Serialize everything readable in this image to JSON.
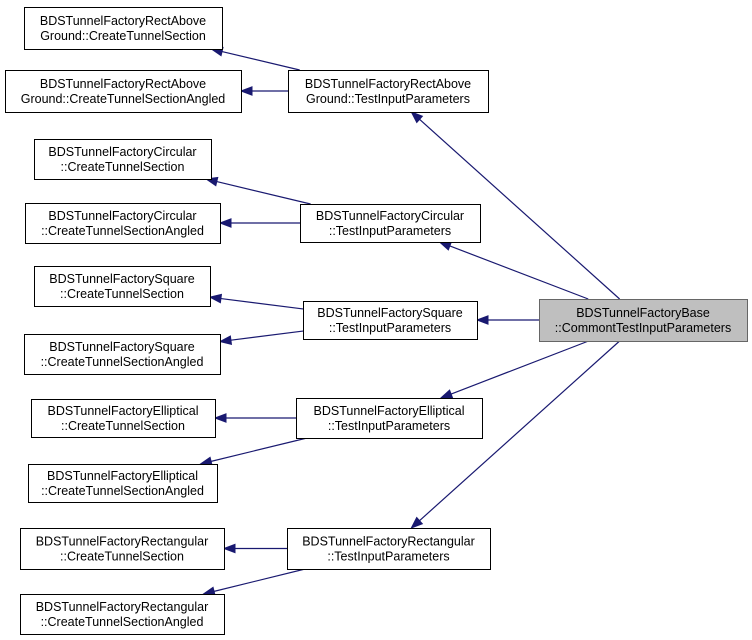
{
  "colors": {
    "edge": "#191970",
    "target_fill": "#bfbfbf",
    "node_fill": "#ffffff"
  },
  "nodes": {
    "target": [
      "BDSTunnelFactoryBase",
      "::CommontTestInputParameters"
    ],
    "rect_above_test": [
      "BDSTunnelFactoryRectAbove",
      "Ground::TestInputParameters"
    ],
    "rect_above_create": [
      "BDSTunnelFactoryRectAbove",
      "Ground::CreateTunnelSection"
    ],
    "rect_above_angled": [
      "BDSTunnelFactoryRectAbove",
      "Ground::CreateTunnelSectionAngled"
    ],
    "circular_test": [
      "BDSTunnelFactoryCircular",
      "::TestInputParameters"
    ],
    "circular_create": [
      "BDSTunnelFactoryCircular",
      "::CreateTunnelSection"
    ],
    "circular_angled": [
      "BDSTunnelFactoryCircular",
      "::CreateTunnelSectionAngled"
    ],
    "square_test": [
      "BDSTunnelFactorySquare",
      "::TestInputParameters"
    ],
    "square_create": [
      "BDSTunnelFactorySquare",
      "::CreateTunnelSection"
    ],
    "square_angled": [
      "BDSTunnelFactorySquare",
      "::CreateTunnelSectionAngled"
    ],
    "elliptical_test": [
      "BDSTunnelFactoryElliptical",
      "::TestInputParameters"
    ],
    "elliptical_create": [
      "BDSTunnelFactoryElliptical",
      "::CreateTunnelSection"
    ],
    "elliptical_angled": [
      "BDSTunnelFactoryElliptical",
      "::CreateTunnelSectionAngled"
    ],
    "rectangular_test": [
      "BDSTunnelFactoryRectangular",
      "::TestInputParameters"
    ],
    "rectangular_create": [
      "BDSTunnelFactoryRectangular",
      "::CreateTunnelSection"
    ],
    "rectangular_angled": [
      "BDSTunnelFactoryRectangular",
      "::CreateTunnelSectionAngled"
    ]
  },
  "edges": [
    [
      "rect_above_create",
      "rect_above_test"
    ],
    [
      "rect_above_angled",
      "rect_above_test"
    ],
    [
      "rect_above_test",
      "target"
    ],
    [
      "circular_create",
      "circular_test"
    ],
    [
      "circular_angled",
      "circular_test"
    ],
    [
      "circular_test",
      "target"
    ],
    [
      "square_create",
      "square_test"
    ],
    [
      "square_angled",
      "square_test"
    ],
    [
      "square_test",
      "target"
    ],
    [
      "elliptical_create",
      "elliptical_test"
    ],
    [
      "elliptical_angled",
      "elliptical_test"
    ],
    [
      "elliptical_test",
      "target"
    ],
    [
      "rectangular_create",
      "rectangular_test"
    ],
    [
      "rectangular_angled",
      "rectangular_test"
    ],
    [
      "rectangular_test",
      "target"
    ]
  ]
}
